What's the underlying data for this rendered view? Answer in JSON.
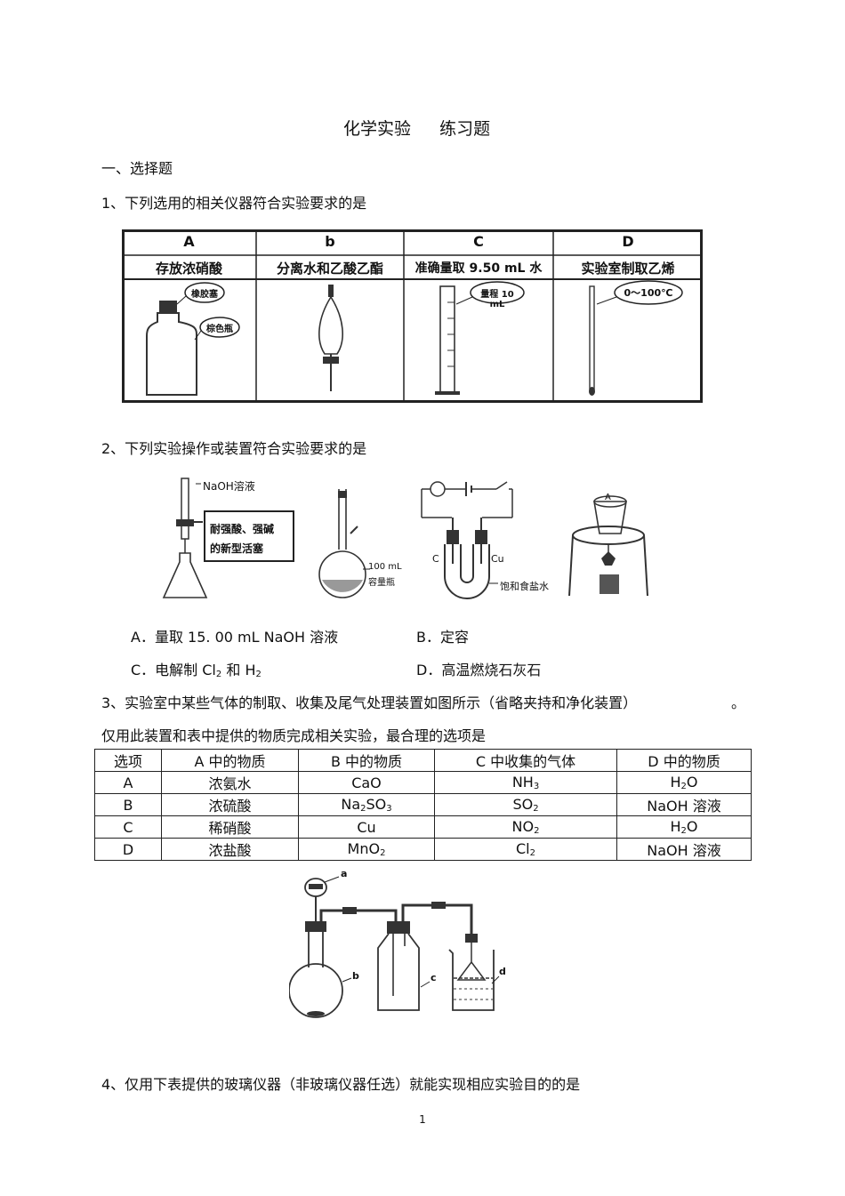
{
  "doc": {
    "title_left": "化学实验",
    "title_right": "练习题",
    "section": "一、选择题",
    "page_number": "1"
  },
  "q1": {
    "stem": "1、下列选用的相关仪器符合实验要求的是",
    "cols": [
      {
        "letter": "A",
        "task": "存放浓硝酸",
        "labels": [
          "橡胶塞",
          "棕色瓶"
        ]
      },
      {
        "letter": "b",
        "task": "分离水和乙酸乙酯",
        "labels": []
      },
      {
        "letter": "C",
        "task": "准确量取 9.50 mL 水",
        "labels": [
          "量程 10 mL"
        ]
      },
      {
        "letter": "D",
        "task": "实验室制取乙烯",
        "labels": [
          "0～100℃"
        ]
      }
    ]
  },
  "q2": {
    "stem": "2、下列实验操作或装置符合实验要求的是",
    "fig_labels": {
      "naoh": "NaOH溶液",
      "piston_1": "耐强酸、强碱",
      "piston_2": "的新型活塞",
      "flask_1": "100 mL",
      "flask_2": "容量瓶",
      "c_left": "C",
      "cu": "Cu",
      "brine": "饱和食盐水",
      "crucible": "A"
    },
    "options": {
      "a": "A．量取  15.  00 mL NaOH 溶液",
      "b": "B．定容",
      "c_pre": "C．电解制  Cl",
      "c_sub1": "2",
      "c_mid": " 和 H",
      "c_sub2": "2",
      "d": "D．高温燃烧石灰石"
    }
  },
  "q3": {
    "stem1": "3、实验室中某些气体的制取、收集及尾气处理装置如图所示（省略夹持和净化装置）",
    "stem1_end": "。",
    "stem2": "仅用此装置和表中提供的物质完成相关实验，最合理的选项是",
    "header": [
      "选项",
      "A 中的物质",
      "B 中的物质",
      "C 中收集的气体",
      "D 中的物质"
    ],
    "rows": [
      [
        {
          "t": "A"
        },
        {
          "t": "浓氨水"
        },
        {
          "t": "CaO"
        },
        {
          "t": "NH",
          "s": "3"
        },
        {
          "t": "H",
          "s": "2",
          "e": "O"
        }
      ],
      [
        {
          "t": "B"
        },
        {
          "t": "浓硫酸"
        },
        {
          "t": "Na",
          "s": "2",
          "e": "SO",
          "s2": "3"
        },
        {
          "t": "SO",
          "s": "2"
        },
        {
          "t": "NaOH 溶液"
        }
      ],
      [
        {
          "t": "C"
        },
        {
          "t": "稀硝酸"
        },
        {
          "t": "Cu"
        },
        {
          "t": "NO",
          "s": "2"
        },
        {
          "t": "H",
          "s": "2",
          "e": "O"
        }
      ],
      [
        {
          "t": "D"
        },
        {
          "t": "浓盐酸"
        },
        {
          "t": "MnO",
          "s": "2"
        },
        {
          "t": "Cl",
          "s": "2"
        },
        {
          "t": "NaOH 溶液"
        }
      ]
    ],
    "fig_labels": {
      "a": "a",
      "b": "b",
      "c": "c",
      "d": "d"
    }
  },
  "q4": {
    "stem": "4、仅用下表提供的玻璃仪器（非玻璃仪器任选）就能实现相应实验目的的是"
  }
}
